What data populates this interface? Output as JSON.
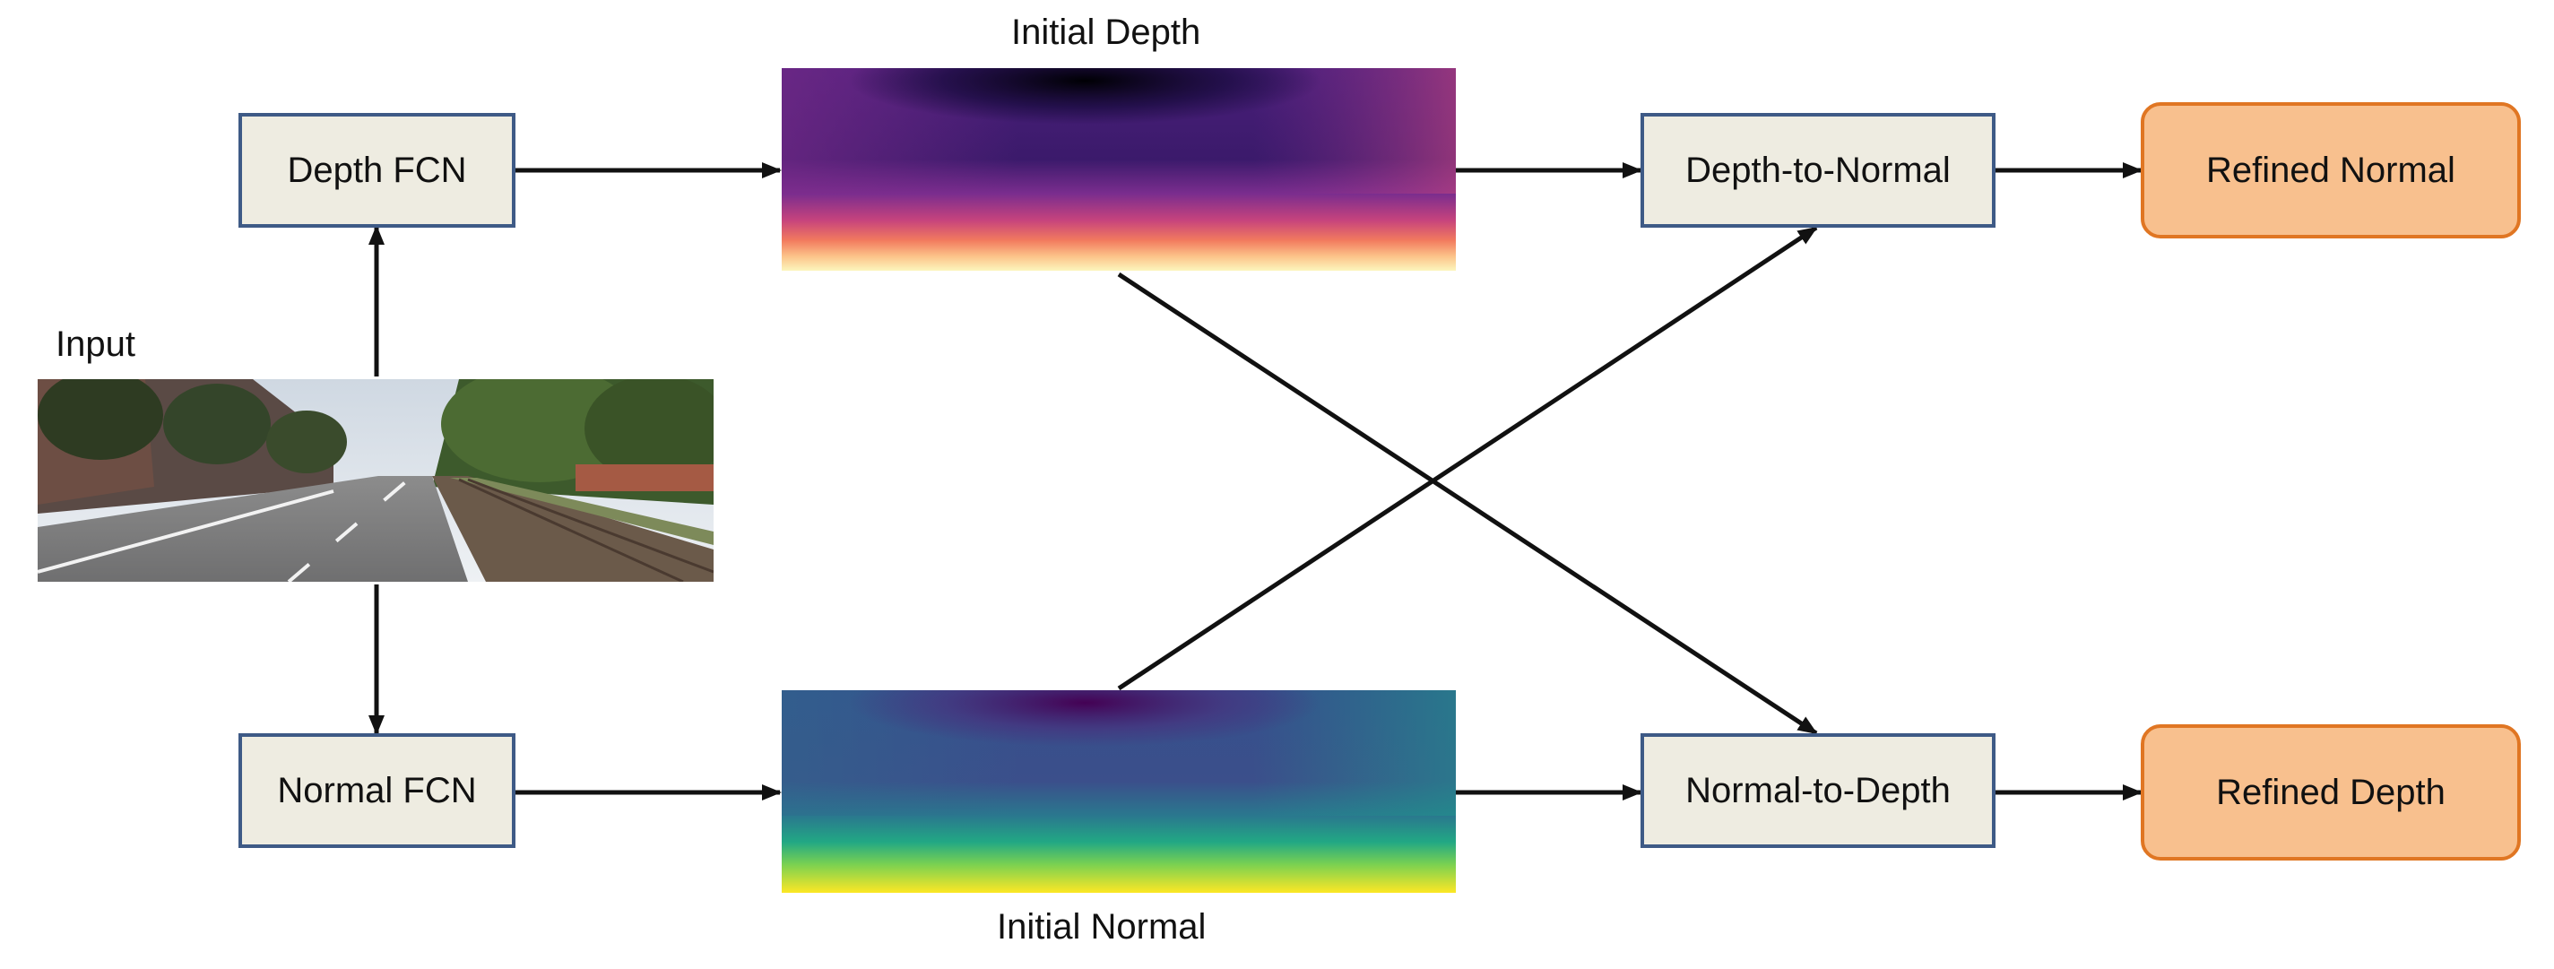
{
  "labels": {
    "input": "Input",
    "initial_depth": "Initial Depth",
    "initial_normal": "Initial Normal"
  },
  "boxes": {
    "depth_fcn": "Depth FCN",
    "normal_fcn": "Normal FCN",
    "depth_to_normal": "Depth-to-Normal",
    "normal_to_depth": "Normal-to-Depth",
    "refined_normal": "Refined Normal",
    "refined_depth": "Refined Depth"
  },
  "colors": {
    "box_fill": "#eeece1",
    "box_border": "#3e5a86",
    "output_fill": "#f8c08e",
    "output_border": "#e07623",
    "arrow": "#111111"
  }
}
